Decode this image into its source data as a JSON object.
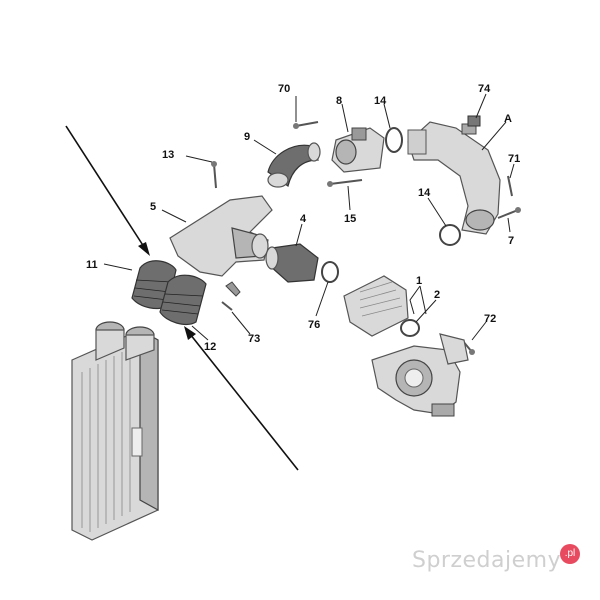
{
  "labels": {
    "l70": "70",
    "l8": "8",
    "l14a": "14",
    "l74": "74",
    "lA": "A",
    "l9": "9",
    "l13": "13",
    "l71": "71",
    "l5": "5",
    "l15": "15",
    "l14b": "14",
    "l7": "7",
    "l4": "4",
    "l11": "11",
    "l1": "1",
    "l2": "2",
    "l72": "72",
    "l76": "76",
    "l73": "73",
    "l12": "12"
  },
  "watermark": {
    "text": "Sprzedajemy",
    "badge": ".pl"
  }
}
